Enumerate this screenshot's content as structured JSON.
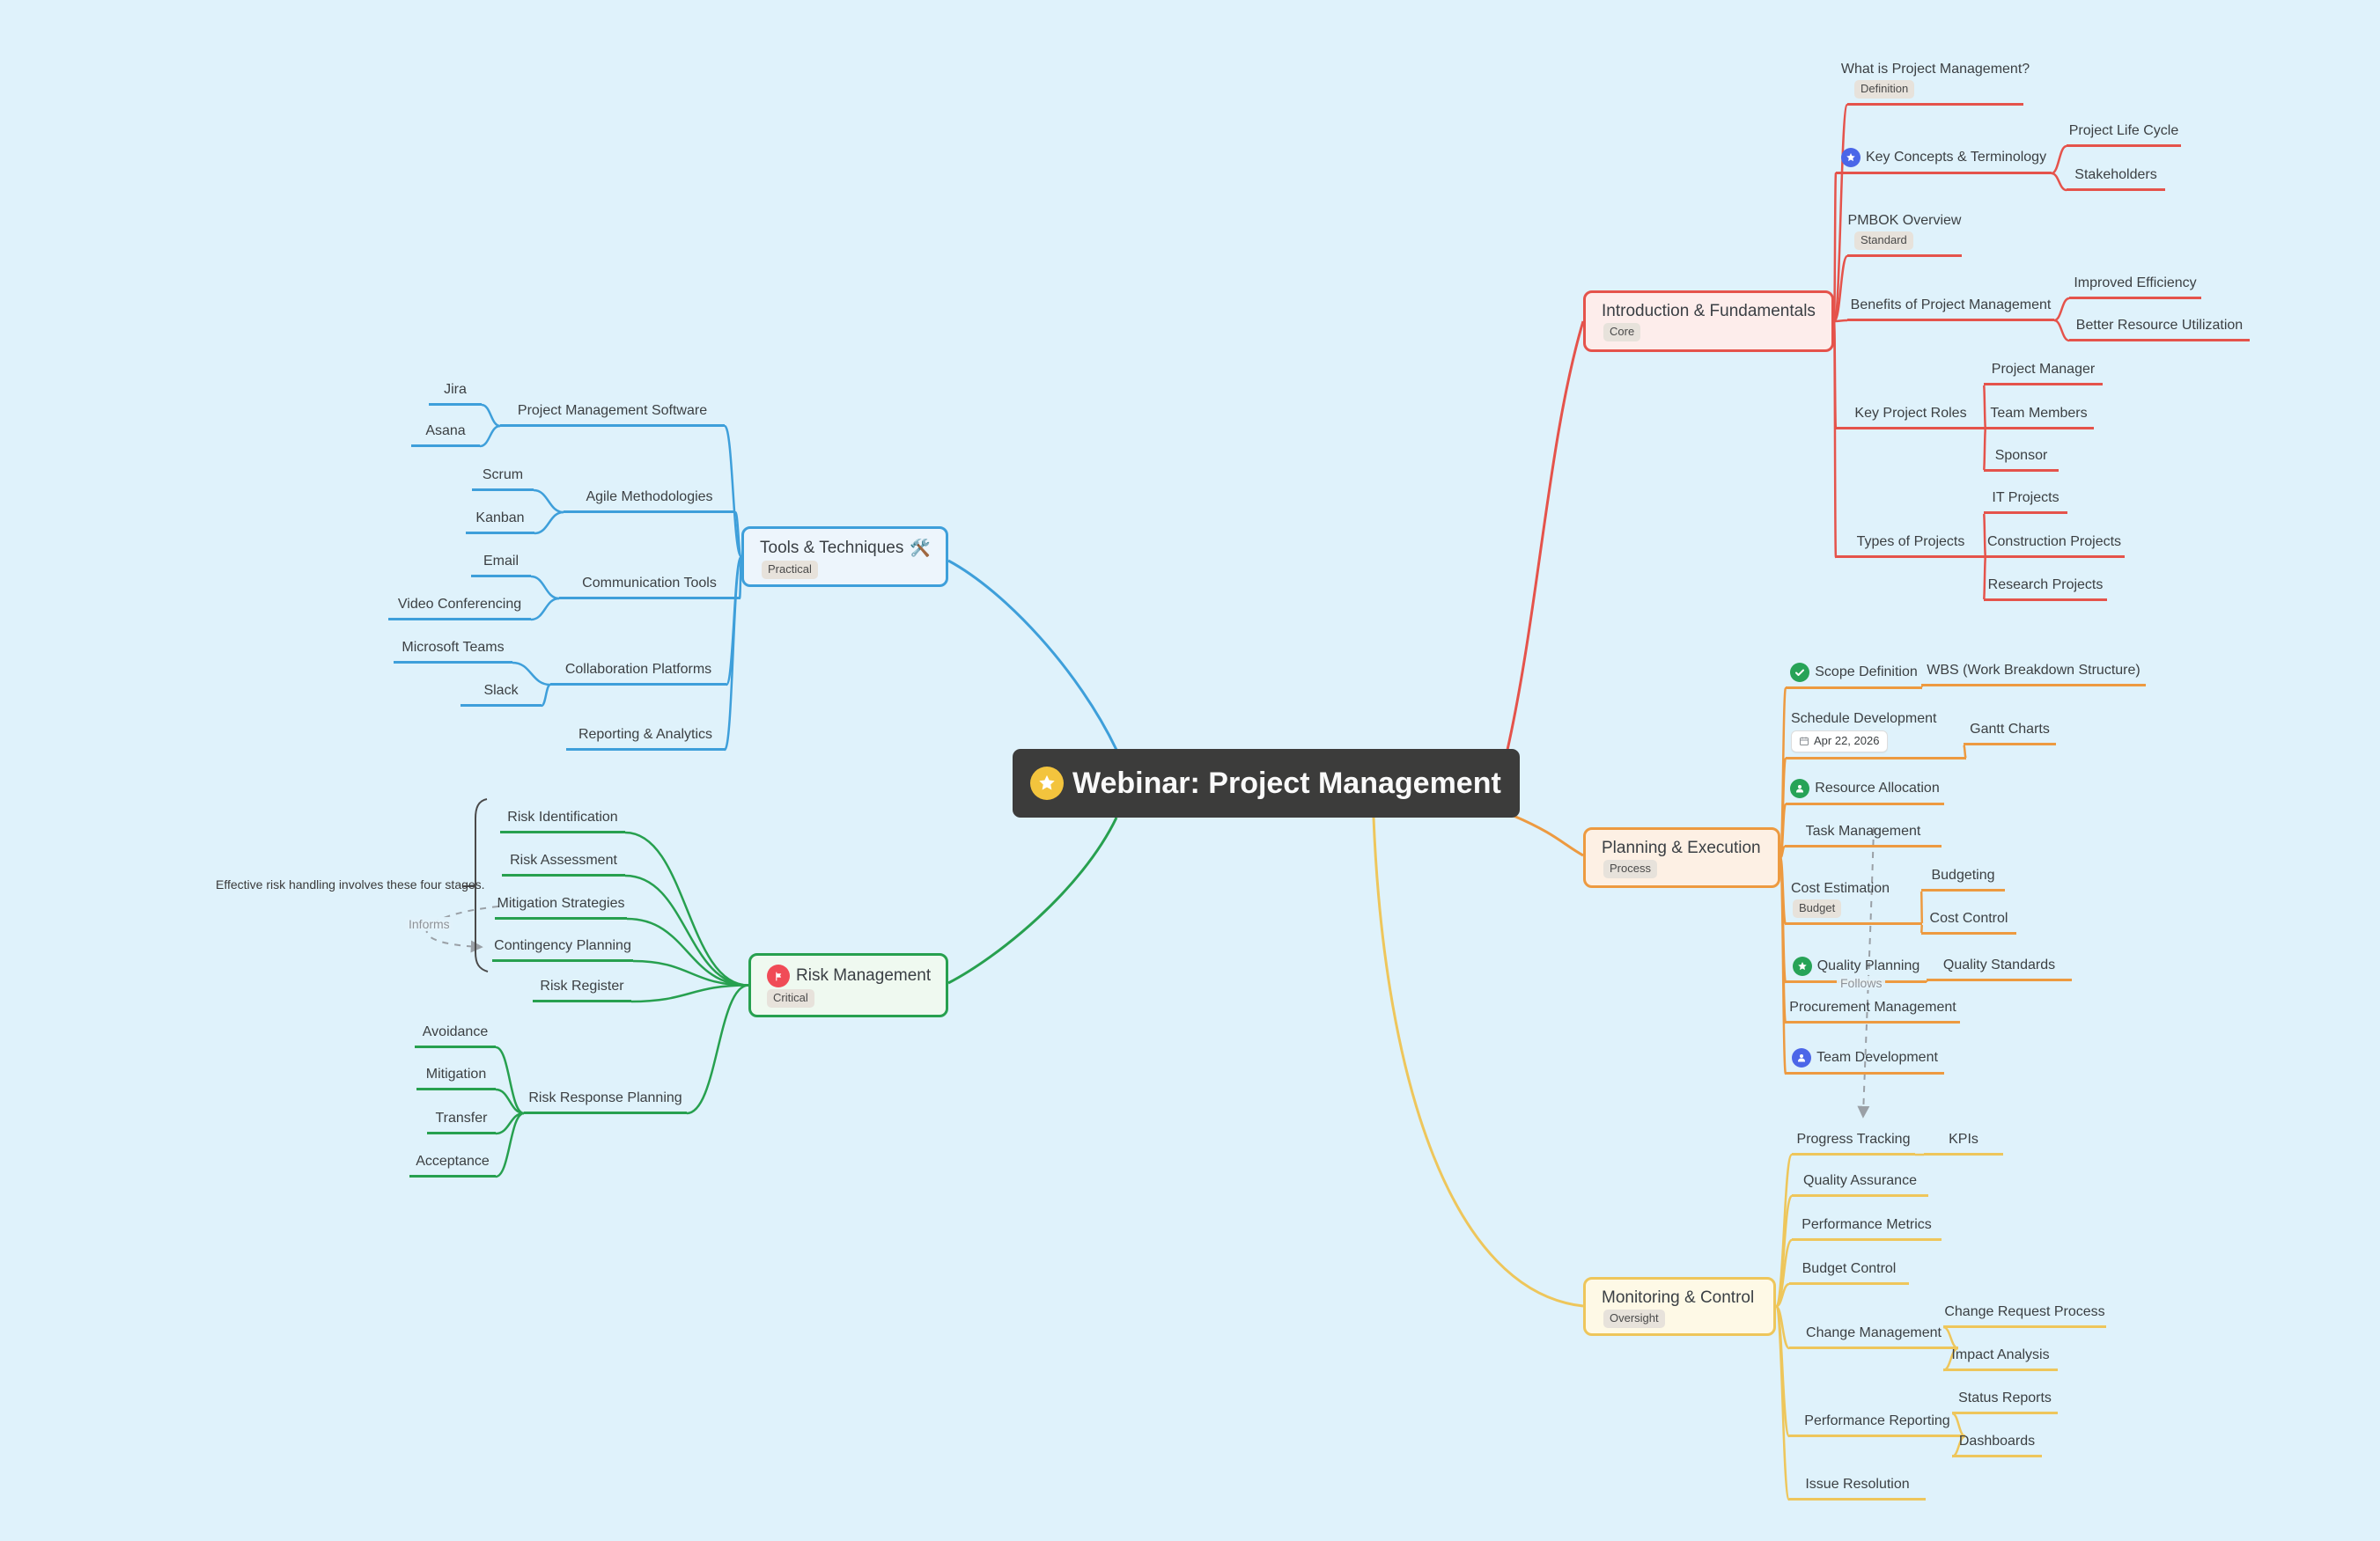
{
  "colors": {
    "red": "#E5534B",
    "redFill": "#FDEDEB",
    "orange": "#ED9A40",
    "orangeFill": "#FDF0E4",
    "yellow": "#EEC65B",
    "yellowFill": "#FEF9E6",
    "blue": "#3E9FDA",
    "blueFill": "#EDF5FC",
    "green": "#27A04F",
    "greenFill": "#EFF9F0",
    "rootBg": "#3C3C3B",
    "dashed": "#9AA0A6",
    "bracket": "#4A4A4A"
  },
  "icon_colors": {
    "yellow_star": "#F3C43D",
    "blue_star": "#4A66E8",
    "green_badge": "#27A357",
    "indigo_badge": "#4C66E8",
    "red_flag": "#F04B57"
  },
  "root": {
    "label": "Webinar: Project Management",
    "icon": "star"
  },
  "edge_labels": {
    "informs": "Informs",
    "follows": "Follows"
  },
  "annotation": {
    "risk_stages": "Effective risk handling involves these four stages."
  },
  "nodes": {
    "intro": {
      "label": "Introduction & Fundamentals",
      "badge": "Core"
    },
    "what_is_pm": {
      "label": "What is Project Management?",
      "badge": "Definition"
    },
    "key_concepts": {
      "label": "Key Concepts & Terminology"
    },
    "life_cycle": {
      "label": "Project Life Cycle"
    },
    "stakeholders": {
      "label": "Stakeholders"
    },
    "pmbok": {
      "label": "PMBOK Overview",
      "badge": "Standard"
    },
    "benefits": {
      "label": "Benefits of Project Management"
    },
    "improved_eff": {
      "label": "Improved Efficiency"
    },
    "better_util": {
      "label": "Better Resource Utilization"
    },
    "key_roles": {
      "label": "Key Project Roles"
    },
    "proj_manager": {
      "label": "Project Manager"
    },
    "team_members": {
      "label": "Team Members"
    },
    "sponsor": {
      "label": "Sponsor"
    },
    "types_projects": {
      "label": "Types of Projects"
    },
    "it_projects": {
      "label": "IT Projects"
    },
    "construction": {
      "label": "Construction Projects"
    },
    "research": {
      "label": "Research Projects"
    },
    "planning": {
      "label": "Planning & Execution",
      "badge": "Process"
    },
    "scope": {
      "label": "Scope Definition"
    },
    "wbs": {
      "label": "WBS (Work Breakdown Structure)"
    },
    "schedule": {
      "label": "Schedule Development",
      "date": "Apr 22, 2026"
    },
    "gantt": {
      "label": "Gantt Charts"
    },
    "resource": {
      "label": "Resource Allocation"
    },
    "task": {
      "label": "Task Management"
    },
    "cost_est": {
      "label": "Cost Estimation",
      "badge": "Budget"
    },
    "budgeting": {
      "label": "Budgeting"
    },
    "cost_control": {
      "label": "Cost Control"
    },
    "quality_planning": {
      "label": "Quality Planning"
    },
    "quality_standards": {
      "label": "Quality Standards"
    },
    "procurement": {
      "label": "Procurement Management"
    },
    "team_dev": {
      "label": "Team Development"
    },
    "monitoring": {
      "label": "Monitoring & Control",
      "badge": "Oversight"
    },
    "progress": {
      "label": "Progress Tracking"
    },
    "kpis": {
      "label": "KPIs"
    },
    "qa": {
      "label": "Quality Assurance"
    },
    "perf_metrics": {
      "label": "Performance Metrics"
    },
    "budget_control": {
      "label": "Budget Control"
    },
    "change_mgmt": {
      "label": "Change Management"
    },
    "change_request": {
      "label": "Change Request Process"
    },
    "impact": {
      "label": "Impact Analysis"
    },
    "perf_reporting": {
      "label": "Performance Reporting"
    },
    "status_reports": {
      "label": "Status Reports"
    },
    "dashboards": {
      "label": "Dashboards"
    },
    "issue_resolution": {
      "label": "Issue Resolution"
    },
    "tools": {
      "label": "Tools & Techniques",
      "icon_suffix": "🛠️",
      "badge": "Practical"
    },
    "pm_software": {
      "label": "Project Management Software"
    },
    "jira": {
      "label": "Jira"
    },
    "asana": {
      "label": "Asana"
    },
    "agile": {
      "label": "Agile Methodologies"
    },
    "scrum": {
      "label": "Scrum"
    },
    "kanban": {
      "label": "Kanban"
    },
    "comm_tools": {
      "label": "Communication Tools"
    },
    "email": {
      "label": "Email"
    },
    "video_conf": {
      "label": "Video Conferencing"
    },
    "collab": {
      "label": "Collaboration Platforms"
    },
    "ms_teams": {
      "label": "Microsoft Teams"
    },
    "slack": {
      "label": "Slack"
    },
    "reporting": {
      "label": "Reporting & Analytics"
    },
    "risk": {
      "label": "Risk Management",
      "badge": "Critical"
    },
    "risk_id": {
      "label": "Risk Identification"
    },
    "risk_assess": {
      "label": "Risk Assessment"
    },
    "mitigation_strat": {
      "label": "Mitigation Strategies"
    },
    "contingency": {
      "label": "Contingency Planning"
    },
    "risk_register": {
      "label": "Risk Register"
    },
    "risk_response": {
      "label": "Risk Response Planning"
    },
    "avoidance": {
      "label": "Avoidance"
    },
    "mitigation": {
      "label": "Mitigation"
    },
    "transfer": {
      "label": "Transfer"
    },
    "acceptance": {
      "label": "Acceptance"
    }
  }
}
